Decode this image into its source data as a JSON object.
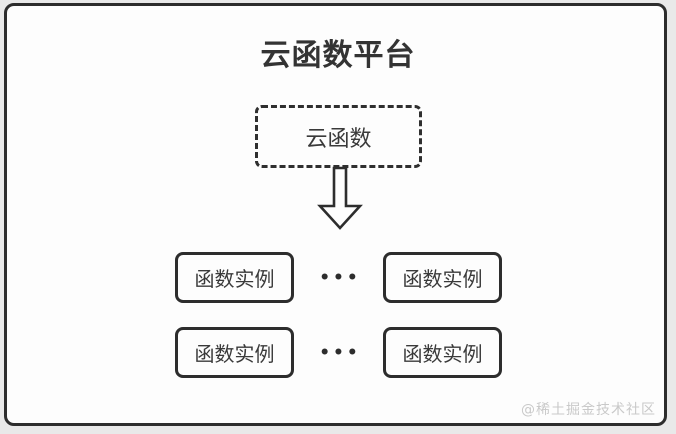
{
  "title": "云函数平台",
  "source_box": {
    "label": "云函数"
  },
  "arrow": {
    "icon": "down-arrow-icon"
  },
  "instance_rows": [
    {
      "boxes": [
        "函数实例",
        "函数实例"
      ],
      "separator": "•••"
    },
    {
      "boxes": [
        "函数实例",
        "函数实例"
      ],
      "separator": "•••"
    }
  ],
  "watermark": "@稀土掘金技术社区",
  "colors": {
    "line": "#2d2d2d",
    "text": "#3a3a3a",
    "background": "#e9e9e9",
    "canvas": "#fdfdfd",
    "watermark_text": "#c9c9c9"
  }
}
